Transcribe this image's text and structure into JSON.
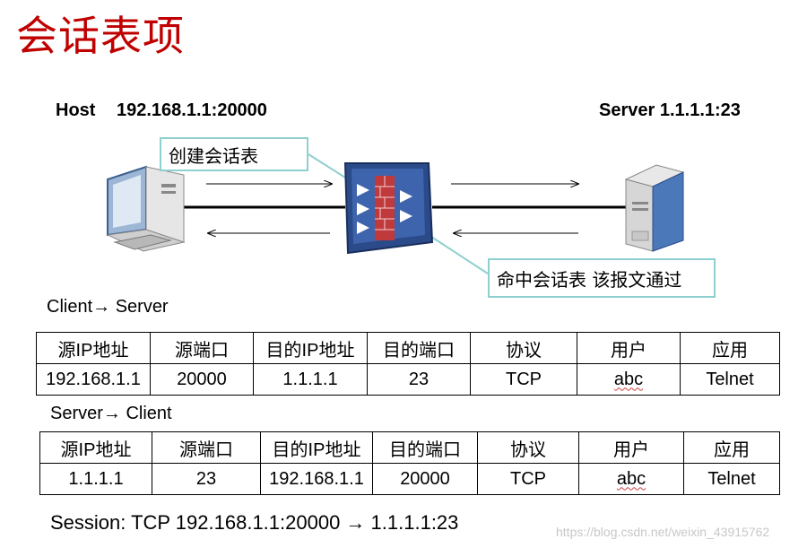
{
  "title": "会话表项",
  "host": {
    "label": "Host",
    "ip": "192.168.1.1:20000"
  },
  "server": {
    "label": "Server 1.1.1.1:23"
  },
  "callouts": {
    "create": "创建会话表",
    "hit": "命中会话表 该报文通过"
  },
  "flows": {
    "c2s": "Client→ Server",
    "s2c": "Server→ Client"
  },
  "table_headers": [
    "源IP地址",
    "源端口",
    "目的IP地址",
    "目的端口",
    "协议",
    "用户",
    "应用"
  ],
  "table1": [
    "192.168.1.1",
    "20000",
    "1.1.1.1",
    "23",
    "TCP",
    "abc",
    "Telnet"
  ],
  "table2": [
    "1.1.1.1",
    "23",
    "192.168.1.1",
    "20000",
    "TCP",
    "abc",
    "Telnet"
  ],
  "session": "Session:  TCP  192.168.1.1:20000 → 1.1.1.1:23",
  "watermark": "https://blog.csdn.net/weixin_43915762",
  "colors": {
    "title": "#c00000",
    "callout_border": "#8ecfcf",
    "firewall": "#2b4a8a",
    "wall": "#c0393b"
  }
}
